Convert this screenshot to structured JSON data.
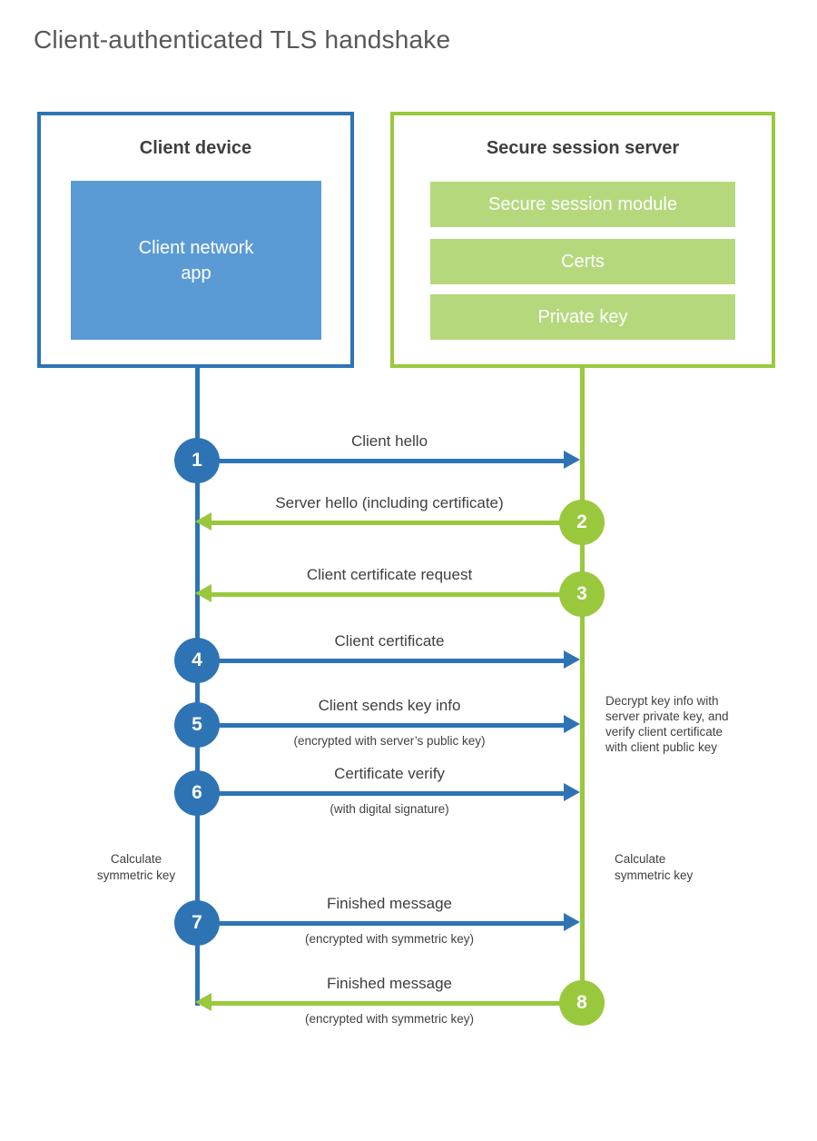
{
  "title": "Client-authenticated TLS handshake",
  "colors": {
    "client_blue": "#2e74b5",
    "client_fill_blue": "#5b9bd5",
    "server_green": "#99c83d",
    "server_fill_green": "#b5d87d",
    "text_dark": "#3f3f3f",
    "title_gray": "#57585a"
  },
  "client": {
    "title": "Client device",
    "app_label": "Client network\napp"
  },
  "server": {
    "title": "Secure session server",
    "modules": [
      "Secure session module",
      "Certs",
      "Private key"
    ]
  },
  "steps": [
    {
      "number": "1",
      "actor": "client",
      "direction": "right",
      "label": "Client hello",
      "sublabel": ""
    },
    {
      "number": "2",
      "actor": "server",
      "direction": "left",
      "label": "Server hello (including certificate)",
      "sublabel": ""
    },
    {
      "number": "3",
      "actor": "server",
      "direction": "left",
      "label": "Client certificate request",
      "sublabel": ""
    },
    {
      "number": "4",
      "actor": "client",
      "direction": "right",
      "label": "Client certificate",
      "sublabel": ""
    },
    {
      "number": "5",
      "actor": "client",
      "direction": "right",
      "label": "Client sends key info",
      "sublabel": "(encrypted with server’s public key)"
    },
    {
      "number": "6",
      "actor": "client",
      "direction": "right",
      "label": "Certificate verify",
      "sublabel": "(with digital signature)"
    },
    {
      "number": "7",
      "actor": "client",
      "direction": "right",
      "label": "Finished message",
      "sublabel": "(encrypted with symmetric key)"
    },
    {
      "number": "8",
      "actor": "server",
      "direction": "left",
      "label": "Finished message",
      "sublabel": "(encrypted with symmetric key)"
    }
  ],
  "annotations": {
    "decrypt_note": "Decrypt key info with\nserver private key, and\nverify client certificate\nwith client public key",
    "calc_left": "Calculate\nsymmetric key",
    "calc_right": "Calculate\nsymmetric key"
  }
}
